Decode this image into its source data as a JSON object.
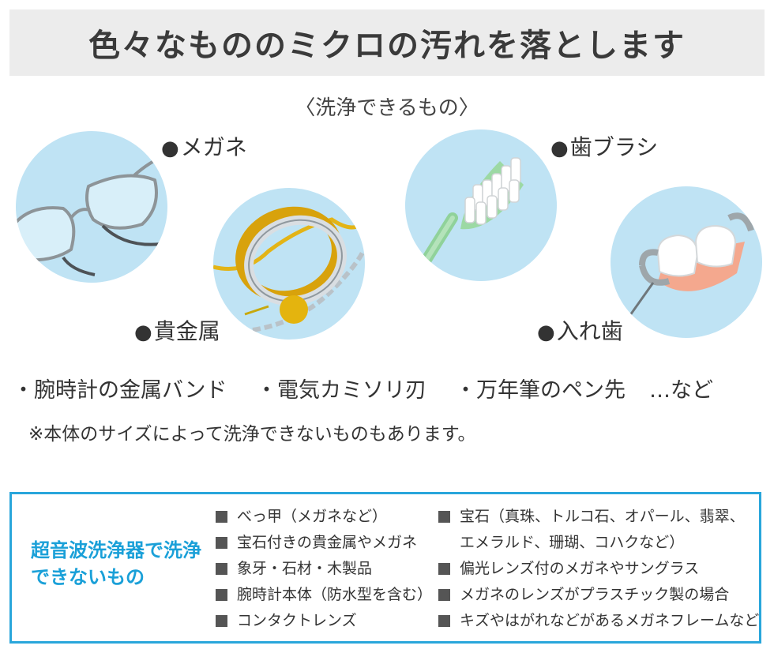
{
  "header": {
    "title": "色々なもののミクロの汚れを落とします"
  },
  "subtitle": "〈洗浄できるもの〉",
  "items": [
    {
      "label": "メガネ",
      "icon": "eyeglasses-icon"
    },
    {
      "label": "貴金属",
      "icon": "ring-necklace-icon"
    },
    {
      "label": "歯ブラシ",
      "icon": "toothbrush-icon"
    },
    {
      "label": "入れ歯",
      "icon": "denture-icon"
    }
  ],
  "bullet": "●",
  "extras": [
    "・腕時計の金属バンド",
    "・電気カミソリ刃",
    "・万年筆のペン先",
    "…など"
  ],
  "note": "※本体のサイズによって洗浄できないものもあります。",
  "not_washable": {
    "title": "超音波洗浄器で洗浄できないもの",
    "left": [
      "べっ甲（メガネなど）",
      "宝石付きの貴金属やメガネ",
      "象牙・石材・木製品",
      "腕時計本体（防水型を含む）",
      "コンタクトレンズ"
    ],
    "right": [
      {
        "text": "宝石（真珠、トルコ石、オパール、翡翠、",
        "marker": true
      },
      {
        "text": "エメラルド、珊瑚、コハクなど）",
        "marker": false
      },
      {
        "text": "偏光レンズ付のメガネやサングラス",
        "marker": true
      },
      {
        "text": "メガネのレンズがプラスチック製の場合",
        "marker": true
      },
      {
        "text": "キズやはがれなどがあるメガネフレームなど",
        "marker": true
      }
    ]
  },
  "colors": {
    "circle": "#bfe3f4",
    "accent": "#29a6db",
    "banner": "#ececec"
  }
}
